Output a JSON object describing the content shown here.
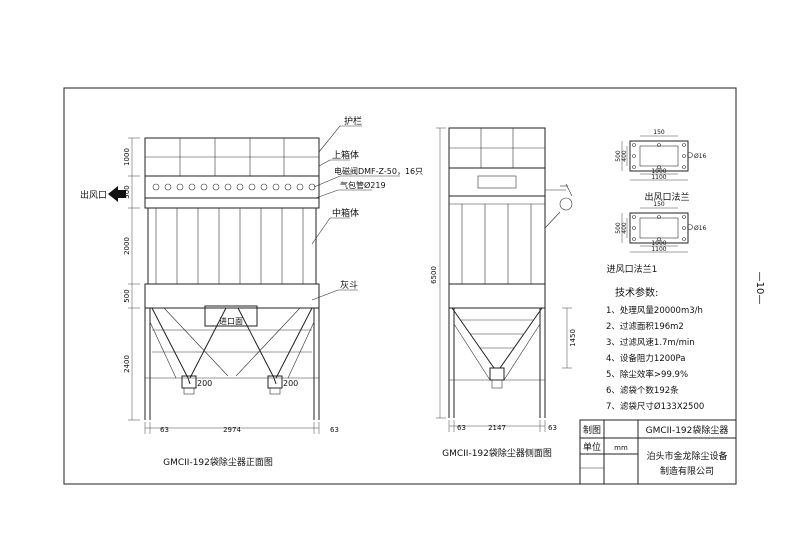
{
  "page_number": "—10—",
  "front_view": {
    "caption": "GMCII-192袋除尘器正面图",
    "labels": {
      "guardrail": "护栏",
      "upper_box": "上箱体",
      "valve": "电磁阀DMF-Z-50，16只",
      "pipe": "气包管Ø219",
      "middle_box": "中箱体",
      "hopper": "灰斗",
      "outlet": "出风口",
      "inlet_mark": "进口面",
      "outlet_200_left": "200",
      "outlet_200_right": "200"
    },
    "dims": {
      "h1000": "1000",
      "h500a": "500",
      "h2000": "2000",
      "h500b": "500",
      "h2400": "2400",
      "w63_left": "63",
      "w2974": "2974",
      "w63_right": "63"
    }
  },
  "side_view": {
    "caption": "GMCII-192袋除尘器侧面图",
    "dims": {
      "h6500": "6500",
      "h1450": "1450",
      "w63": "63",
      "w2147": "2147",
      "w63b": "63"
    }
  },
  "outlet_flange": {
    "title": "出风口法兰",
    "dims": {
      "top": "150",
      "h500": "500",
      "h400": "400",
      "w1000": "1000",
      "w1100": "1100",
      "hole": "Ø16"
    }
  },
  "inlet_flange": {
    "title": "进风口法兰1",
    "dims": {
      "top": "150",
      "h500": "500",
      "h400": "400",
      "w1000": "1000",
      "w1100": "1100",
      "hole": "Ø16"
    }
  },
  "tech": {
    "title": "技术参数:",
    "items": [
      "1、处理风量20000m3/h",
      "2、过滤面积196m2",
      "3、过滤风速1.7m/min",
      "4、设备阻力1200Pa",
      "5、除尘效率>99.9%",
      "6、滤袋个数192条",
      "7、滤袋尺寸Ø133X2500"
    ]
  },
  "title_block": {
    "draw_label": "制图",
    "unit_label": "单位",
    "unit_value": "mm",
    "drawing_name": "GMCII-192袋除尘器",
    "company_line1": "泊头市金龙除尘设备",
    "company_line2": "制造有限公司"
  }
}
